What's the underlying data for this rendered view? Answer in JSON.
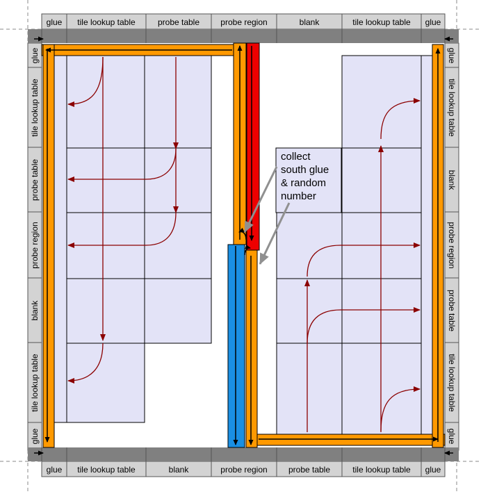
{
  "top_labels": [
    "glue",
    "tile lookup table",
    "probe table",
    "probe region",
    "blank",
    "tile lookup table",
    "glue"
  ],
  "bottom_labels": [
    "glue",
    "tile lookup table",
    "blank",
    "probe region",
    "probe table",
    "tile lookup table",
    "glue"
  ],
  "left_labels": [
    "glue",
    "tile lookup table",
    "probe table",
    "probe region",
    "blank",
    "tile lookup table",
    "glue"
  ],
  "right_labels": [
    "glue",
    "tile lookup table",
    "blank",
    "probe region",
    "probe table",
    "tile lookup table",
    "glue"
  ],
  "annotation": {
    "lines": [
      "collect",
      "south glue",
      "& random",
      "number"
    ]
  },
  "colors": {
    "frame_gray": "#808080",
    "label_gray": "#d3d3d3",
    "tile_fill": "#e3e3f7",
    "orange": "#ff9900",
    "red": "#ee0000",
    "blue": "#1a8fe3",
    "arrow_dark_red": "#8b0000",
    "pointer_gray": "#909090"
  }
}
